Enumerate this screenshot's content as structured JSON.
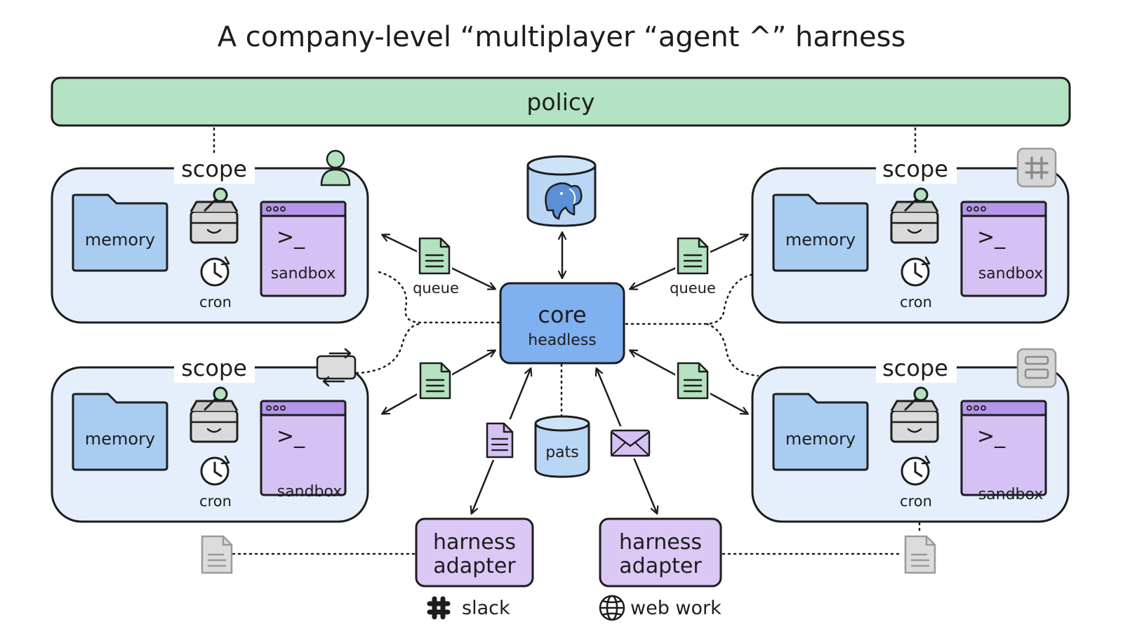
{
  "title": "A company-level “multiplayer “agent ^” harness",
  "policy": {
    "label": "policy"
  },
  "core": {
    "title": "core",
    "subtitle": "headless"
  },
  "queues": [
    {
      "label": "queue"
    },
    {
      "label": "queue"
    }
  ],
  "pats": {
    "label": "pats"
  },
  "scopes": [
    {
      "label": "scope",
      "badge_icon": "user-icon",
      "memory_label": "memory",
      "cron_label": "cron",
      "sandbox_label": "sandbox",
      "prompt": ">_"
    },
    {
      "label": "scope",
      "badge_icon": "hash-icon",
      "memory_label": "memory",
      "cron_label": "cron",
      "sandbox_label": "sandbox",
      "prompt": ">_"
    },
    {
      "label": "scope",
      "badge_icon": "swap-icon",
      "memory_label": "memory",
      "cron_label": "cron",
      "sandbox_label": "sandbox",
      "prompt": ">_"
    },
    {
      "label": "scope",
      "badge_icon": "layout-icon",
      "memory_label": "memory",
      "cron_label": "cron",
      "sandbox_label": "sandbox",
      "prompt": ">_"
    }
  ],
  "adapters": [
    {
      "line1": "harness",
      "line2": "adapter",
      "channel_label": "slack",
      "channel_icon": "slack-icon"
    },
    {
      "line1": "harness",
      "line2": "adapter",
      "channel_label": "web work",
      "channel_icon": "globe-icon"
    }
  ],
  "colors": {
    "policy_fill": "#b3e3c2",
    "scope_fill": "#e4effb",
    "memory_fill": "#a9cdf1",
    "sandbox_fill": "#d5c1f3",
    "sandbox_bar": "#b596ea",
    "core_fill": "#7fb0ef",
    "doc_green": "#b4e2bf",
    "adapter_fill": "#dcc8f5",
    "db_fill": "#b9d6f5",
    "gray_icon": "#d6d6d6"
  }
}
